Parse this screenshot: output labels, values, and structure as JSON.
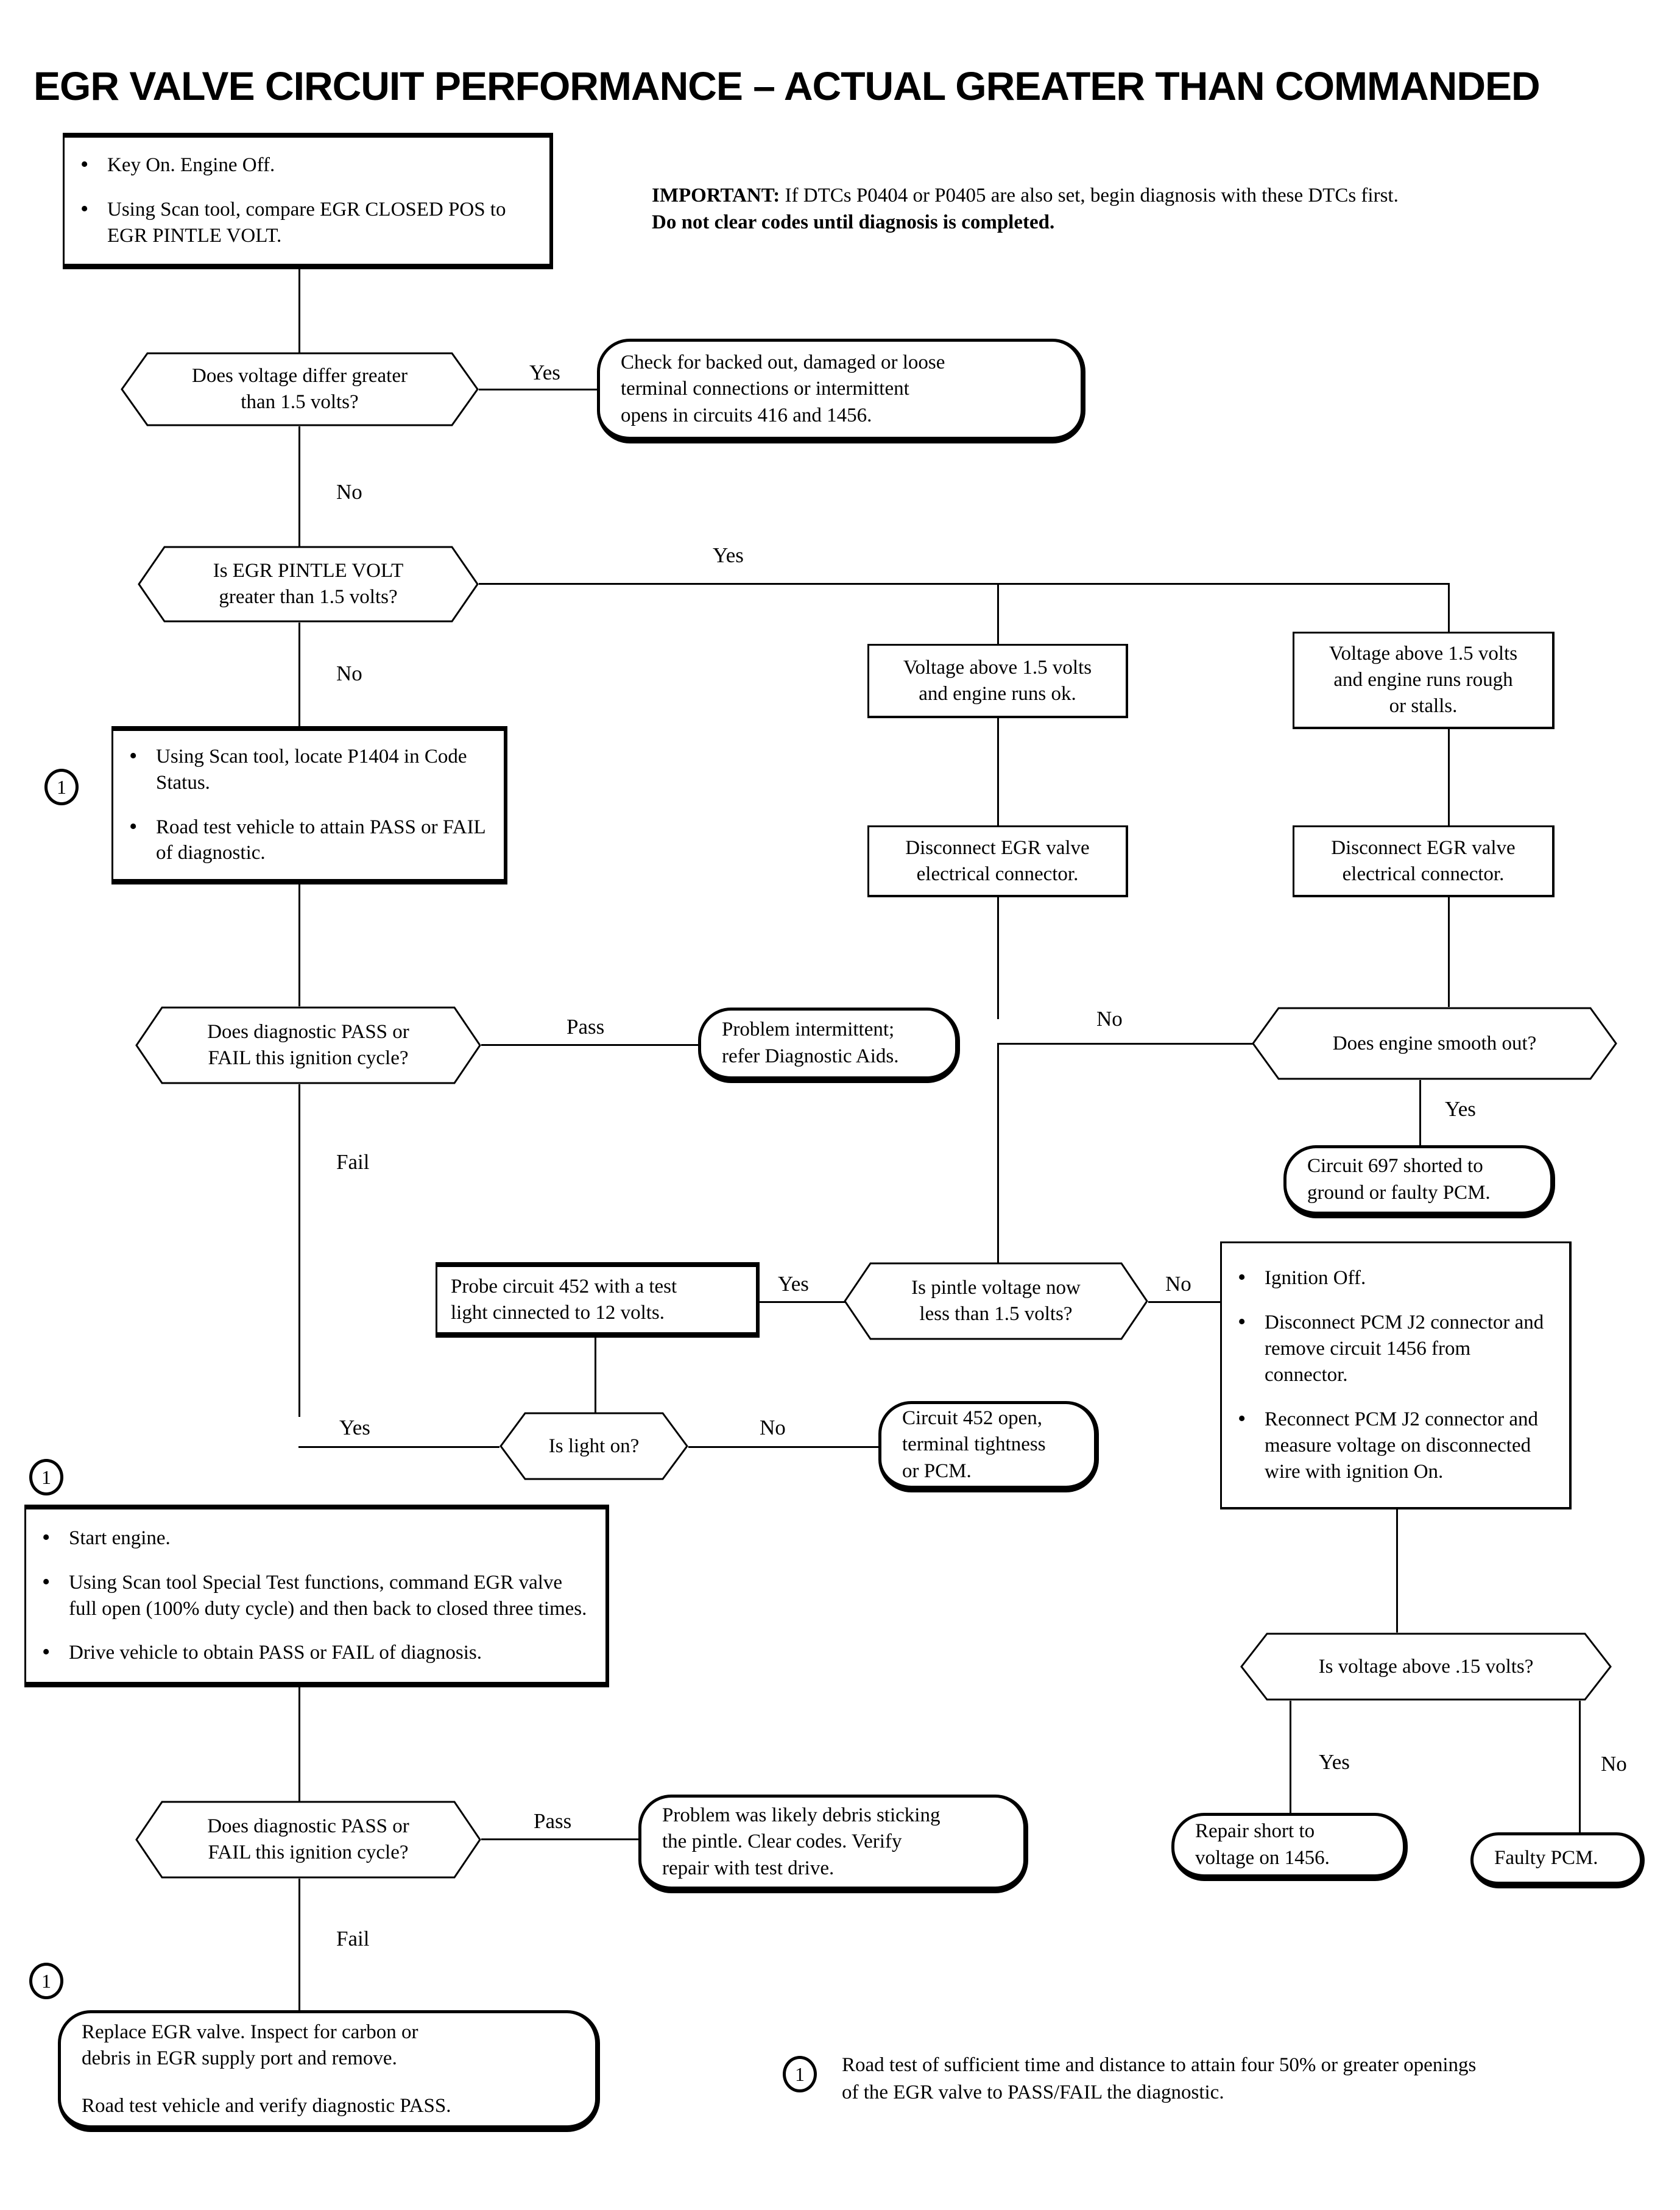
{
  "title": "EGR VALVE CIRCUIT PERFORMANCE – ACTUAL GREATER THAN COMMANDED",
  "important": {
    "label": "IMPORTANT:",
    "line1": " If DTCs P0404 or P0405 are also set, begin diagnosis with these  DTCs first.",
    "line2": "Do not clear codes until diagnosis is completed."
  },
  "nodes": {
    "start": {
      "type": "process",
      "bullets": [
        "Key On. Engine Off.",
        "Using Scan tool, compare EGR CLOSED POS to EGR PINTLE VOLT."
      ]
    },
    "q_voltage_differ": {
      "type": "decision",
      "line1": "Does voltage differ greater",
      "line2": "than 1.5 volts?"
    },
    "check_terminals": {
      "type": "terminator",
      "line1": "Check for backed out, damaged or loose",
      "line2": "terminal connections or intermittent",
      "line3": "opens in circuits 416 and 1456."
    },
    "q_pintle_volt": {
      "type": "decision",
      "line1": "Is EGR PINTLE VOLT",
      "line2": "greater than 1.5 volts?"
    },
    "volt_runs_ok": {
      "type": "process",
      "line1": "Voltage above 1.5 volts",
      "line2": "and engine runs ok."
    },
    "volt_runs_rough": {
      "type": "process",
      "line1": "Voltage above 1.5 volts",
      "line2": "and engine runs rough",
      "line3": "or stalls."
    },
    "disconnect_egr_mid": {
      "type": "process",
      "line1": "Disconnect EGR valve",
      "line2": "electrical connector."
    },
    "disconnect_egr_right": {
      "type": "process",
      "line1": "Disconnect EGR valve",
      "line2": "electrical connector."
    },
    "scan_p1404": {
      "type": "process",
      "bullets": [
        "Using Scan tool, locate P1404 in Code Status.",
        "Road test vehicle to attain PASS or FAIL of diagnostic."
      ]
    },
    "q_diag_pass_fail_1": {
      "type": "decision",
      "line1": "Does diagnostic PASS or",
      "line2": "FAIL this ignition cycle?"
    },
    "problem_intermittent": {
      "type": "terminator",
      "line1": "Problem intermittent;",
      "line2": "refer Diagnostic Aids."
    },
    "q_engine_smooth": {
      "type": "decision",
      "line1": "Does engine smooth out?"
    },
    "circuit_697": {
      "type": "terminator",
      "line1": "Circuit 697 shorted to",
      "line2": "ground or faulty PCM."
    },
    "probe_452": {
      "type": "process",
      "line1": "Probe circuit 452 with a test",
      "line2": "light cinnected to 12 volts."
    },
    "q_pintle_now": {
      "type": "decision",
      "line1": "Is pintle voltage now",
      "line2": "less than 1.5 volts?"
    },
    "ignition_off": {
      "type": "process",
      "bullets": [
        "Ignition Off.",
        "Disconnect PCM J2 connector and remove circuit 1456 from connector.",
        "Reconnect PCM J2 connector and measure voltage on disconnected wire with ignition On."
      ]
    },
    "q_light_on": {
      "type": "decision",
      "line1": "Is light on?"
    },
    "circuit_452_open": {
      "type": "terminator",
      "line1": "Circuit 452 open,",
      "line2": "terminal tightness",
      "line3": "or PCM."
    },
    "start_engine": {
      "type": "process",
      "bullets": [
        "Start engine.",
        "Using Scan tool Special Test functions, command EGR valve full open (100% duty cycle) and then back to closed three times.",
        "Drive vehicle to obtain PASS or FAIL of diagnosis."
      ]
    },
    "q_voltage_above_15": {
      "type": "decision",
      "line1": "Is voltage above .15 volts?"
    },
    "repair_short": {
      "type": "terminator",
      "line1": "Repair short to",
      "line2": "voltage on 1456."
    },
    "faulty_pcm": {
      "type": "terminator",
      "line1": "Faulty PCM."
    },
    "q_diag_pass_fail_2": {
      "type": "decision",
      "line1": "Does diagnostic PASS or",
      "line2": "FAIL this ignition cycle?"
    },
    "debris_pintle": {
      "type": "terminator",
      "line1": "Problem was likely debris sticking",
      "line2": "the pintle. Clear codes. Verify",
      "line3": "repair with test drive."
    },
    "replace_egr": {
      "type": "terminator",
      "line1": "Replace EGR valve. Inspect for carbon or",
      "line2": "debris in EGR supply port and remove.",
      "line3": "Road test vehicle and verify diagnostic PASS."
    }
  },
  "branch_labels": {
    "yes1": "Yes",
    "no1": "No",
    "yes2": "Yes",
    "no2": "No",
    "pass1": "Pass",
    "fail1": "Fail",
    "no_smooth": "No",
    "yes_smooth": "Yes",
    "yes_probe": "Yes",
    "no_pintle_now": "No",
    "yes_light": "Yes",
    "no_light": "No",
    "yes_15": "Yes",
    "no_15": "No",
    "pass2": "Pass",
    "fail2": "Fail"
  },
  "refs": {
    "marker": "1",
    "footnote_marker": "1",
    "footnote_line1": "Road test of sufficient time and distance to attain four 50% or greater openings",
    "footnote_line2": "of the EGR valve to PASS/FAIL the diagnostic."
  },
  "colors": {
    "ink": "#000000",
    "paper": "#ffffff"
  }
}
